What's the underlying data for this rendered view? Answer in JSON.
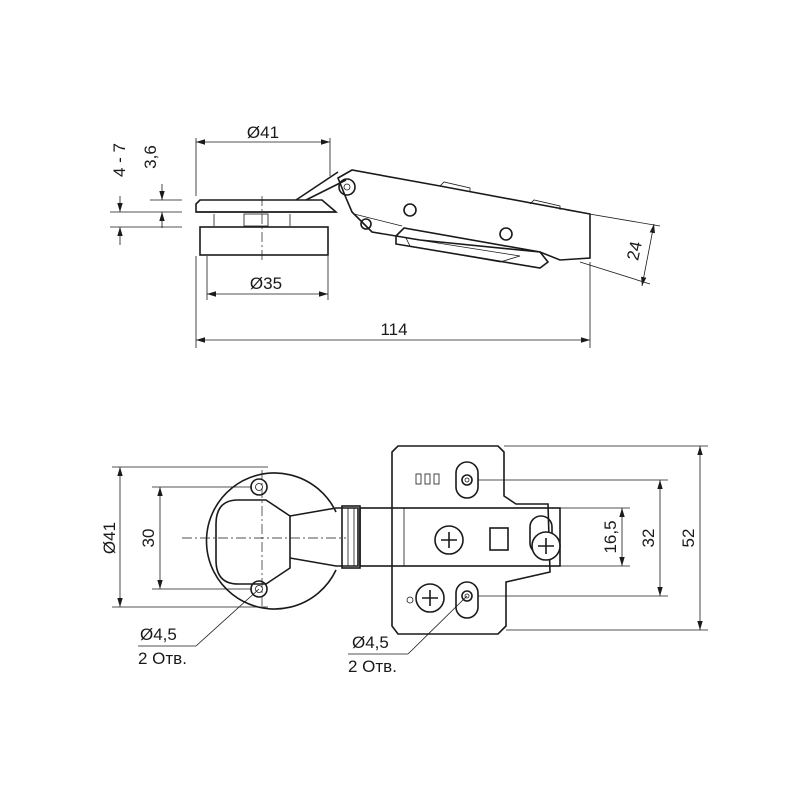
{
  "side_view": {
    "dims": {
      "thickness_range": "4 - 7",
      "offset": "3,6",
      "cup_flange_diameter": "Ø41",
      "cup_diameter": "Ø35",
      "overall_length": "114",
      "arm_height": "24"
    }
  },
  "top_view": {
    "dims": {
      "cup_flange_diameter": "Ø41",
      "cup_hole_spacing": "30",
      "cup_hole_diameter": "Ø4,5",
      "cup_hole_count": "2 Отв.",
      "plate_hole_diameter": "Ø4,5",
      "plate_hole_count": "2 Отв.",
      "adjust_offset": "16,5",
      "plate_hole_spacing": "32",
      "plate_height": "52"
    }
  },
  "colors": {
    "line": "#1a1a1a",
    "background": "#ffffff"
  }
}
